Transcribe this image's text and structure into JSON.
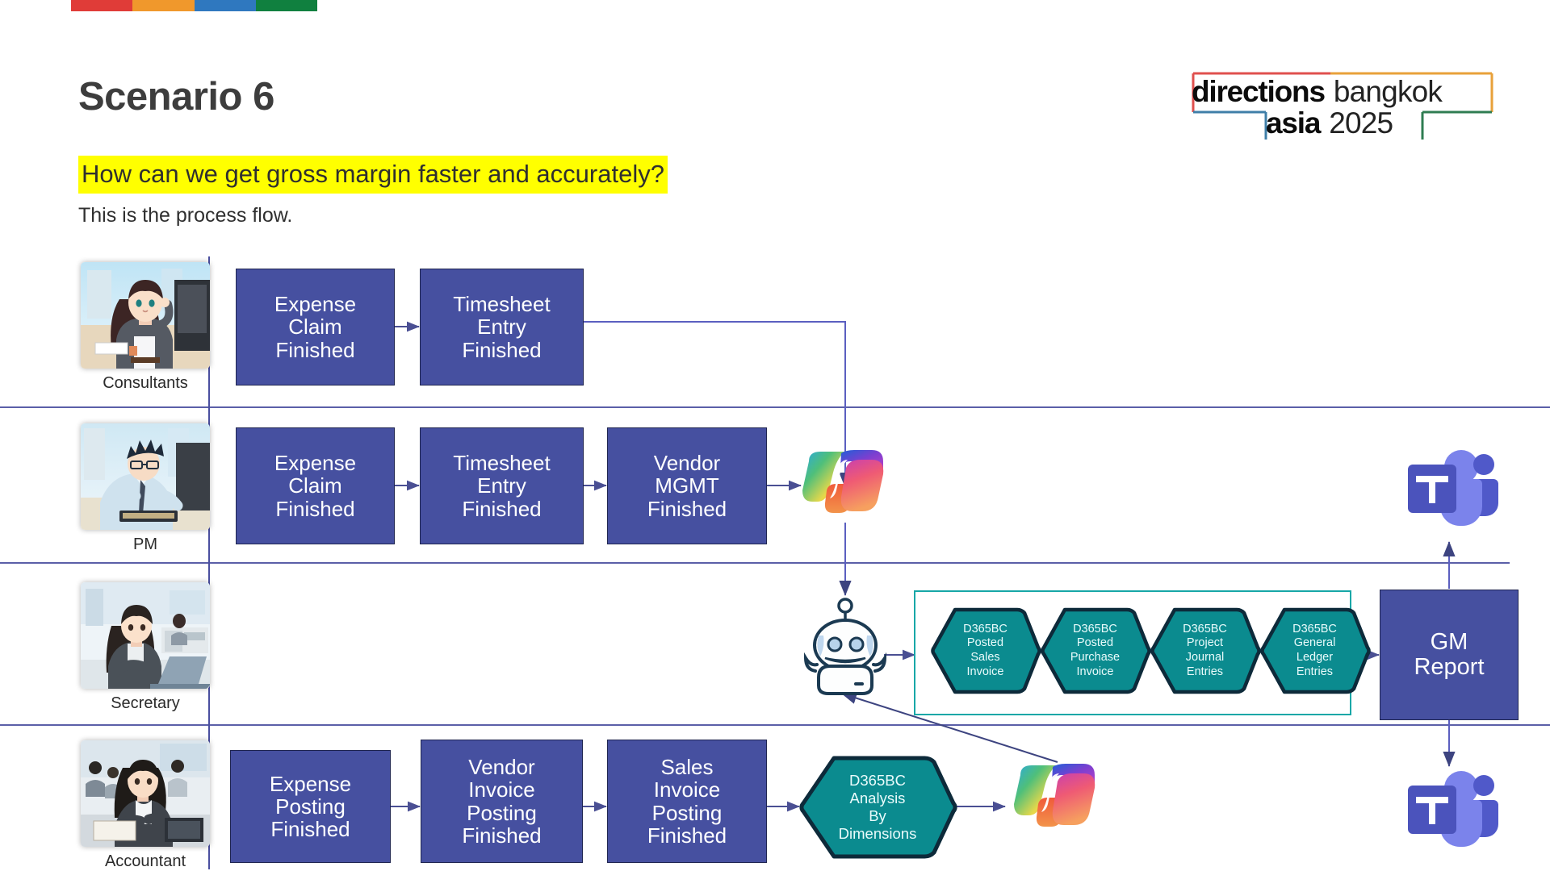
{
  "header": {
    "title": "Scenario 6",
    "question": "How can we get gross margin faster and accurately?",
    "subtitle": "This is the process flow.",
    "highlight_color": "#ffff00",
    "title_color": "#3d3d3d"
  },
  "topbar": {
    "colors": [
      "#e03c38",
      "#f0982c",
      "#2f78bf",
      "#10803f"
    ]
  },
  "logo": {
    "word1": "directions",
    "word2": "bangkok",
    "word3": "asia",
    "word4": "2025",
    "border_colors": {
      "red": "#e0504e",
      "orange": "#e8a13a",
      "blue": "#3f7fa8",
      "green": "#2f7d52"
    }
  },
  "theme": {
    "box_fill": "#4650a0",
    "box_border": "#1f2550",
    "hex_fill": "#0b8b8f",
    "hex_border": "#0d2a3a",
    "teal_frame": "#16a7a7",
    "lane_divider": "#5b5fa8",
    "arrow_color": "#4a4f93"
  },
  "lanes": [
    {
      "id": "consultants",
      "label": "Consultants",
      "avatar_icon": "avatar-consultant"
    },
    {
      "id": "pm",
      "label": "PM",
      "avatar_icon": "avatar-pm"
    },
    {
      "id": "secretary",
      "label": "Secretary",
      "avatar_icon": "avatar-secretary"
    },
    {
      "id": "accountant",
      "label": "Accountant",
      "avatar_icon": "avatar-accountant"
    }
  ],
  "consultants_lane": {
    "boxes": [
      {
        "lines": [
          "Expense",
          "Claim",
          "Finished"
        ]
      },
      {
        "lines": [
          "Timesheet",
          "Entry",
          "Finished"
        ]
      }
    ]
  },
  "pm_lane": {
    "boxes": [
      {
        "lines": [
          "Expense",
          "Claim",
          "Finished"
        ]
      },
      {
        "lines": [
          "Timesheet",
          "Entry",
          "Finished"
        ]
      },
      {
        "lines": [
          "Vendor",
          "MGMT",
          "Finished"
        ]
      }
    ],
    "copilot_icon": "copilot-icon",
    "teams_icon": "microsoft-teams-icon"
  },
  "secretary_lane": {
    "bot_icon": "bot-icon",
    "hexagons": [
      {
        "lines": [
          "D365BC",
          "Posted",
          "Sales",
          "Invoice"
        ]
      },
      {
        "lines": [
          "D365BC",
          "Posted",
          "Purchase",
          "Invoice"
        ]
      },
      {
        "lines": [
          "D365BC",
          "Project",
          "Journal",
          "Entries"
        ]
      },
      {
        "lines": [
          "D365BC",
          "General",
          "Ledger",
          "Entries"
        ]
      }
    ],
    "report": {
      "lines": [
        "GM",
        "Report"
      ]
    }
  },
  "accountant_lane": {
    "boxes": [
      {
        "lines": [
          "Expense",
          "Posting",
          "Finished"
        ]
      },
      {
        "lines": [
          "Vendor",
          "Invoice",
          "Posting",
          "Finished"
        ]
      },
      {
        "lines": [
          "Sales",
          "Invoice",
          "Posting",
          "Finished"
        ]
      }
    ],
    "hexagon": {
      "lines": [
        "D365BC",
        "Analysis",
        "By",
        "Dimensions"
      ]
    },
    "copilot_icon": "copilot-icon",
    "teams_icon": "microsoft-teams-icon"
  }
}
